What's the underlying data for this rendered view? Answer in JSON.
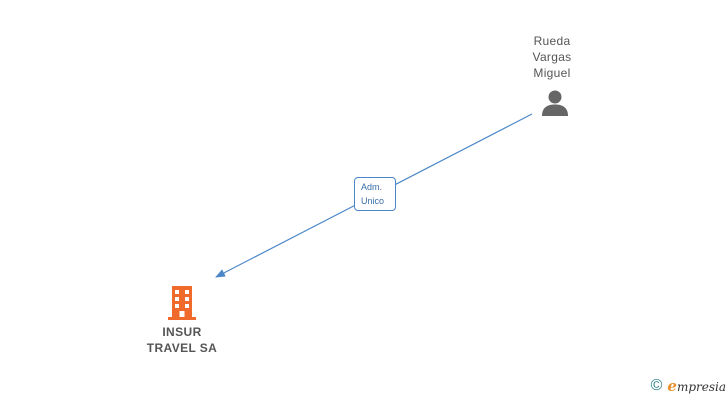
{
  "nodes": {
    "person": {
      "name_lines": [
        "Rueda",
        "Vargas",
        "Miguel"
      ],
      "icon": "person-icon"
    },
    "company": {
      "name_lines": [
        "INSUR",
        "TRAVEL SA"
      ],
      "icon": "building-icon"
    }
  },
  "edge": {
    "label_lines": [
      "Adm.",
      "Unico"
    ]
  },
  "footer": {
    "copyright_symbol": "©",
    "brand_initial": "e",
    "brand_rest": "mpresia"
  },
  "colors": {
    "edge": "#4a86c8",
    "company_icon": "#f06a2c",
    "person_icon": "#666666"
  }
}
